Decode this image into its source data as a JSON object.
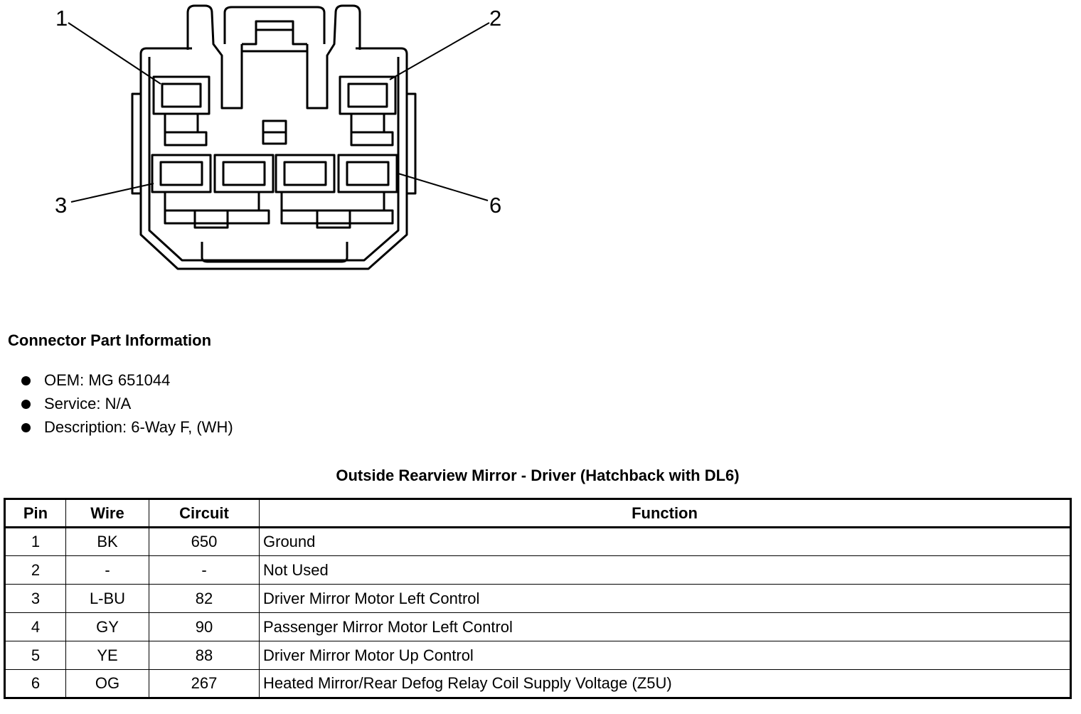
{
  "diagram": {
    "pin_callouts": [
      {
        "label": "1"
      },
      {
        "label": "2"
      },
      {
        "label": "3"
      },
      {
        "label": "6"
      }
    ]
  },
  "part_info": {
    "heading": "Connector Part Information",
    "items": [
      "OEM: MG 651044",
      "Service: N/A",
      "Description: 6-Way F, (WH)"
    ]
  },
  "table": {
    "title": "Outside Rearview Mirror - Driver (Hatchback with DL6)",
    "headers": [
      "Pin",
      "Wire",
      "Circuit",
      "Function"
    ],
    "rows": [
      {
        "pin": "1",
        "wire": "BK",
        "circuit": "650",
        "function": "Ground"
      },
      {
        "pin": "2",
        "wire": "-",
        "circuit": "-",
        "function": "Not Used"
      },
      {
        "pin": "3",
        "wire": "L-BU",
        "circuit": "82",
        "function": "Driver Mirror Motor Left Control"
      },
      {
        "pin": "4",
        "wire": "GY",
        "circuit": "90",
        "function": "Passenger Mirror Motor Left Control"
      },
      {
        "pin": "5",
        "wire": "YE",
        "circuit": "88",
        "function": "Driver Mirror Motor Up Control"
      },
      {
        "pin": "6",
        "wire": "OG",
        "circuit": "267",
        "function": "Heated Mirror/Rear Defog Relay Coil Supply Voltage (Z5U)"
      }
    ]
  }
}
